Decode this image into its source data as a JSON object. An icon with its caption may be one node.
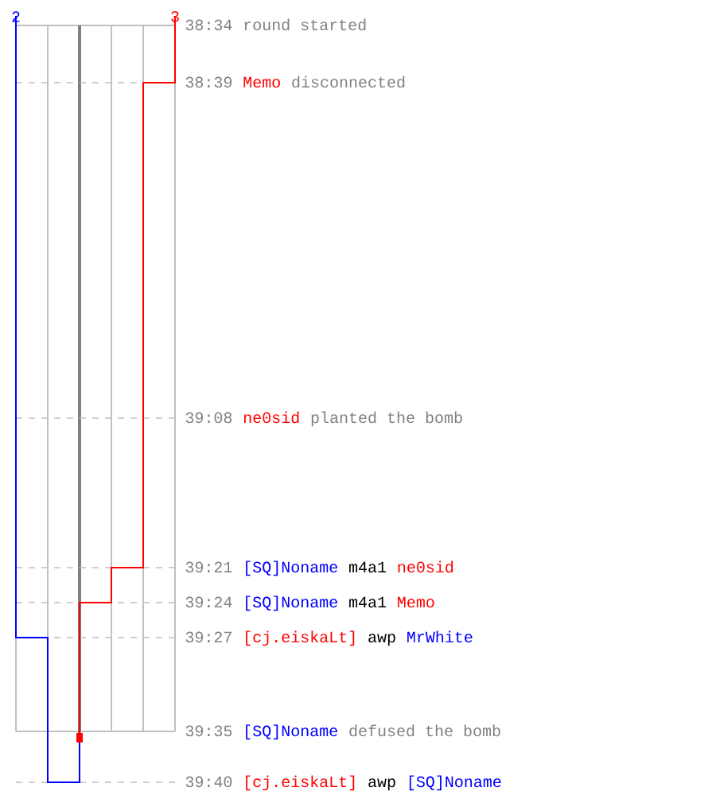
{
  "diagram": {
    "labels": [
      "2",
      "3",
      "38:34",
      "round started",
      "38:39",
      "Memo",
      "disconnected",
      "39:08",
      "ne0sid",
      "planted the bomb",
      "39:21",
      "[SQ]Noname",
      "m4a1",
      "ne0sid",
      "39:24",
      "[SQ]Noname",
      "m4a1",
      "Memo",
      "39:27",
      "[cj.eiskaLt]",
      "awp",
      "MrWhite",
      "39:35",
      "[SQ]Noname",
      "defused the bomb",
      "39:40",
      "[cj.eiskaLt]",
      "awp",
      "[SQ]Noname"
    ]
  }
}
